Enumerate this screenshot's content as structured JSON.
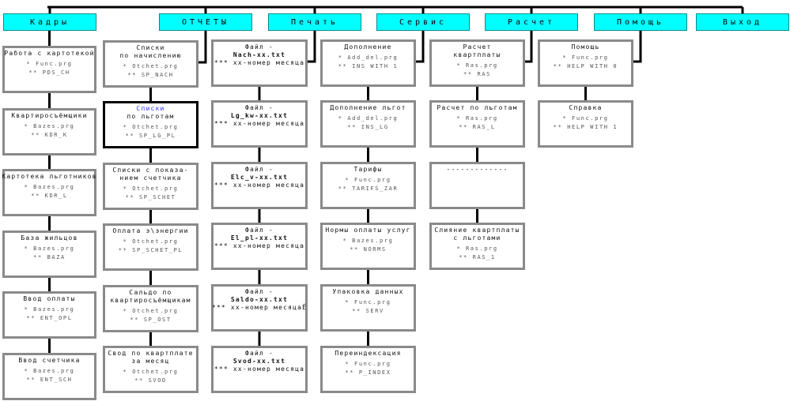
{
  "menu": [
    {
      "label": "Кадры",
      "items": [
        {
          "title": [
            "Работа с картотекой"
          ],
          "file": "* Func.prg",
          "proc": "** PDS_CH"
        },
        {
          "title": [
            "Квартиросъёмщики"
          ],
          "file": "* Bazes.prg",
          "proc": "** KDR_K"
        },
        {
          "title": [
            "Картотека льготников"
          ],
          "file": "* Bazes.prg",
          "proc": "** KDR_L"
        },
        {
          "title": [
            "База жильцов"
          ],
          "file": "* Bazes.prg",
          "proc": "** BAZA"
        },
        {
          "title": [
            "Ввод оплаты"
          ],
          "file": "* Bazes.prg",
          "proc": "** ENT_OPL"
        },
        {
          "title": [
            "Ввод счетчика"
          ],
          "file": "* Bazes.prg",
          "proc": "** ENT_SCH"
        }
      ]
    },
    {
      "label": "ОТЧЕТЫ",
      "items": [
        {
          "title": [
            "Списки",
            "по начислению"
          ],
          "file": "* Otchet.prg",
          "proc": "** SP_NACH"
        },
        {
          "title": [
            "Списки",
            "по льготам"
          ],
          "file": "* Otchet.prg",
          "proc": "** SP_LG_PL"
        },
        {
          "title": [
            "Списки с показа-",
            "нием счетчика"
          ],
          "file": "* Otchet.prg",
          "proc": "** SP_SCHET"
        },
        {
          "title": [
            "Оплата э\\энергии"
          ],
          "file": "* Otchet.prg",
          "proc": "** SP_SCHET_PL"
        },
        {
          "title": [
            "Сальдо по",
            "квартиросъёмщикам"
          ],
          "file": "* Otchet.prg",
          "proc": "** SP_OST"
        },
        {
          "title": [
            "Свод по квартплате",
            "за месяц"
          ],
          "file": "* Otchet.prg",
          "proc": "** SVOD"
        }
      ]
    },
    {
      "label": "Печать",
      "items": [
        {
          "title": [
            "Файл -",
            "Nach-xx.txt"
          ],
          "note": "*** xx-номер месяца"
        },
        {
          "title": [
            "Файл -",
            "Lg_kw-xx.txt"
          ],
          "note": "*** xx-номер месяца"
        },
        {
          "title": [
            "Файл -",
            "Elc_v-xx.txt"
          ],
          "note": "*** xx-номер месяца"
        },
        {
          "title": [
            "Файл -",
            "El_pl-xx.txt"
          ],
          "note": "*** xx-номер месяца"
        },
        {
          "title": [
            "Файл -",
            "Saldo-xx.txt"
          ],
          "note": "*** xx-номер месяцаЁ"
        },
        {
          "title": [
            "Файл -",
            "Svod-xx.txt"
          ],
          "note": "*** xx-номер месяца"
        }
      ]
    },
    {
      "label": "Сервис",
      "items": [
        {
          "title": [
            "Дополнение"
          ],
          "file": "* Add_del.prg",
          "proc": "** INS WITH 1"
        },
        {
          "title": [
            "Дополнение льгот"
          ],
          "file": "* Add_del.prg",
          "proc": "** INS_LG"
        },
        {
          "title": [
            "Тарифы"
          ],
          "file": "* Func.prg",
          "proc": "** TARIFS_ZAR"
        },
        {
          "title": [
            "Нормы оплаты услуг"
          ],
          "file": "* Bazes.prg",
          "proc": "** NORMS"
        },
        {
          "title": [
            "Упаковка данных"
          ],
          "file": "* Func.prg",
          "proc": "** SERV"
        },
        {
          "title": [
            "Переиндексация"
          ],
          "file": "* Func.prg",
          "proc": "** P_INDEX"
        }
      ]
    },
    {
      "label": "Расчет",
      "items": [
        {
          "title": [
            "Расчет",
            "квартплаты"
          ],
          "file": "* Ras.prg",
          "proc": "** RAS"
        },
        {
          "title": [
            "Расчет по льготам"
          ],
          "file": "* Ras.prg",
          "proc": "** RAS_L"
        },
        {
          "title": [
            "-------------"
          ]
        },
        {
          "title": [
            "Слияние квартплаты",
            "с льготами"
          ],
          "file": "* Ras.prg",
          "proc": "** RAS_1"
        }
      ]
    },
    {
      "label": "Помощь",
      "items": [
        {
          "title": [
            "Помощь"
          ],
          "file": "* Func.prg",
          "proc": "** HELP WITH 0"
        },
        {
          "title": [
            "Справка"
          ],
          "file": "* Func.prg",
          "proc": "** HELP WITH 1"
        }
      ]
    },
    {
      "label": "Выход",
      "items": []
    }
  ]
}
